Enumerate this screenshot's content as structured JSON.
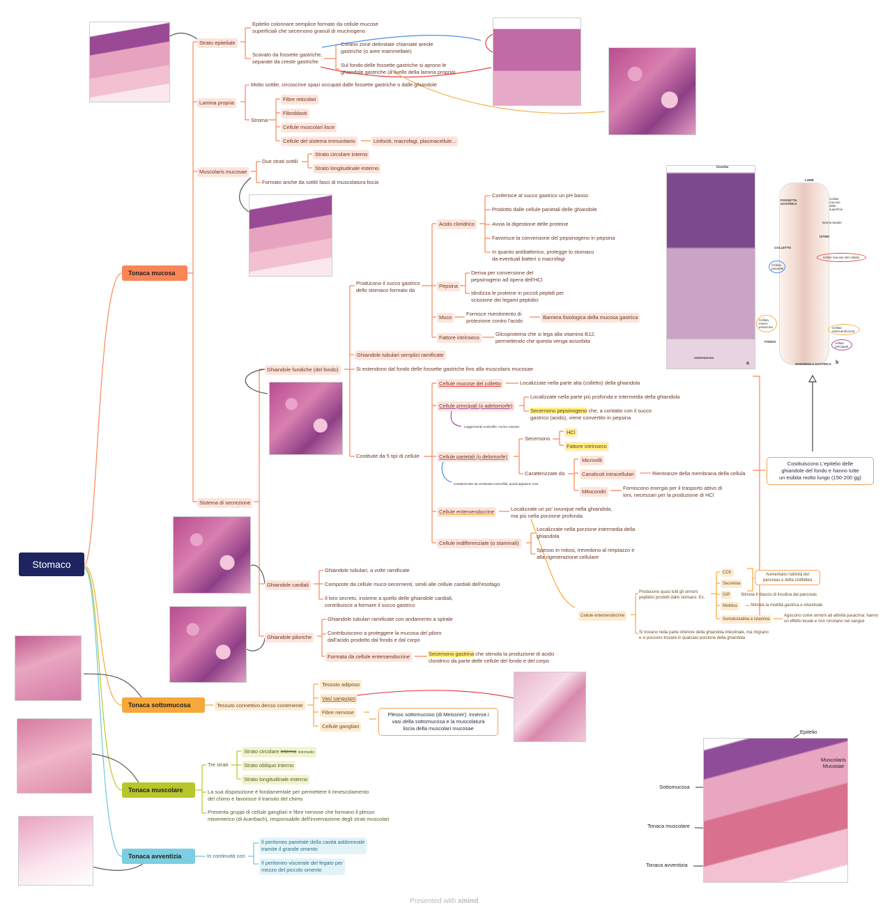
{
  "root": "Stomaco",
  "colors": {
    "mucosa": "#fa8557",
    "sottomucosa": "#f6a83a",
    "muscolare": "#b9c62a",
    "avventizia": "#6cc6dc",
    "root": "#1e2460"
  },
  "mucosa": {
    "title": "Tonaca mucosa",
    "children": [
      "Strato epiteliale",
      "Lamina propria",
      "Muscolaris mucosae",
      "Sistema di secrezione"
    ],
    "epiteliale": [
      "Epitelio colonnare semplice formato da cellule mucose",
      "superficiali che secernono granuli di mucinogeno",
      "Scavato da fossette gastriche,",
      "separate da creste gastriche",
      "Creano zone delimitate chiamate areole",
      "gastriche (o aree mammellate)",
      "Sul fondo delle fossette gastriche si aprono le",
      "ghiandole gastriche (a livello della lamina propria)"
    ],
    "lamina": [
      "Molto sottile, circoscrive spazi occupati dalle fossette gastriche o dalle ghiandole",
      "Stroma",
      "Fibre reticolari",
      "Fibroblasti",
      "Cellule muscolari lisce",
      "Cellule del sistema immunitario",
      "Linfociti, macrofagi, plasmacellule..."
    ],
    "muscolaris": [
      "Due strati sottili",
      "Strato circolare interno",
      "Strato longitudinale esterno",
      "Formato anche da sottili fasci di muscolatura liscia"
    ],
    "secrezione": [
      "Ghiandole fundiche (del fondo)",
      "Ghiandole cardiali",
      "Ghiandole piloriche"
    ],
    "fundiche": [
      "Producono il succo gastrico",
      "dello stomaco formato da",
      "Ghiandole tubulari semplici ramificate",
      "Si estendono dal fondo delle fossette gastriche fino alla muscolaris mucosae",
      "Costituite da 5 tipi di cellule"
    ],
    "succo": [
      "Acido cloridrico",
      "Pepsina",
      "Muco",
      "Fattore intrinseco"
    ],
    "acido": [
      "Conferisce al succo gastrico un pH basso",
      "Prodotto dalle cellule parietali delle ghiandole",
      "Avvia la digestione delle proteine",
      "Favorisce la conversione del pepsinogeno in pepsina",
      "In quanto antibatterico, protegge lo stomaco",
      "da eventuali batteri o macrofagi"
    ],
    "pepsina": [
      "Deriva per conversione del",
      "pepsinogeno ad opera dell'HCl",
      "Idrolizza le proteine in piccoli peptidi per",
      "scissione dei legami peptidici"
    ],
    "muco": [
      "Fornisce rivestimento di",
      "protezione contro l'acido",
      "Barriera fisiologica della mucosa gastrica"
    ],
    "fattore": [
      "Glicoproteina che si lega alla vitamina B12,",
      "permettendo che questa venga assorbita"
    ],
    "cellule": [
      "Cellule mucose del colletto",
      "Cellule principali (o adelomorfe)",
      "Cellule parietali (o delomorfe)",
      "Cellule enteroendocrine",
      "Cellule indifferenziate (o staminali)"
    ],
    "colletto": [
      "Localizzate nella parte alta (colletto) della ghiandola"
    ],
    "principali": [
      "Localizzate nella parte più profonda e intermedia della ghiandola",
      "Secernono pepsinogeno",
      "che, a contatto con il succo",
      "gastrico (acido), viene convertito in pepsina",
      "Leggermente eosinofile, nucleo rotondo"
    ],
    "parietali": [
      "Secernono",
      "HCl",
      "Fattore intrinseco",
      "Caratterizzate da",
      "Microvilli",
      "Canalicoli intracellulari",
      "Rientranze della membrana della cellula",
      "Mitocondri",
      "Forniscono energia per il trasporto attivo di",
      "ioni, necessari per la produzione di HCl",
      "Caratterizzate da un'elevata eosinofilia, quindi appaiono rosa"
    ],
    "entero": [
      "Localizzate un po' ovunque nella ghiandola,",
      "ma più nella porzione profonda"
    ],
    "indiff": [
      "Localizzate nella porzione intermedia della",
      "ghiandola",
      "Spesso in mitosi, Irevedono al rimpiazzo e",
      "alla rigenerazione cellulare"
    ],
    "summary_box": [
      "Costituiscono L'epitelio delle",
      "ghiandole del fondo e hanno tutte",
      "un esibita molto lungo (150-200 gg)"
    ],
    "entero_map": {
      "title": "Cellule enteroendocrine",
      "producono": [
        "Producono quasi tutti gli ormoni",
        "peptidici prodotti dallo stomaco. Ex."
      ],
      "hormones": [
        "CCK",
        "Secretina",
        "GIP",
        "Motilina",
        "Somatostatina e istamina"
      ],
      "box": [
        "Aumentano l'attività del",
        "pancreas e della cistifellea"
      ],
      "gip": "Stimola il rilascio di insulina dal pancreas",
      "motilina": "Stimola la motilità gastrica e intestinale",
      "soma": [
        "Agiscono come ormoni ad attività paracrina: hanno",
        "un effetto locale e non circolano nel sangue"
      ],
      "trovano": [
        "Si trovano nella parte inferiore della ghiandola intestinale, ma migrano",
        "e si possono trovare in qualsiasi porzione della ghiandola"
      ]
    },
    "cardiali": [
      "Ghiandole tubulari, a volte ramificate",
      "Composte da cellule muco-secernenti, simili alle cellule cardiali dell'esofago",
      "Il loro secreto, insieme a quello delle ghiandole cardiali,",
      "contribuisce a formare il succo gastrico"
    ],
    "piloriche": [
      "Ghiandole tubulari ramificate con andamento a spirale",
      "Contribuiscono a proteggere la mucosa del piloro",
      "dall'acido prodotto dal fondo e dal corpo",
      "Formata da cellule enteroendocrine",
      "Secernono gastrina",
      "che stimola la produzione di acido",
      "cloridrico da parte delle cellule del fondo e del corpo"
    ]
  },
  "sottomucosa": {
    "title": "Tonaca sottomucosa",
    "tessuto": "Tessuto connettivo denso contenente",
    "items": [
      "Tessuto adiposo",
      "Vasi sanguigni",
      "Fibre nervose",
      "Cellule gangliari"
    ],
    "box": [
      "Plesso sottomucoso (di Meissner): innerva i",
      "vasi della sottomucosa e la muscolatura",
      "liscia della muscolari mucosae"
    ]
  },
  "muscolare": {
    "title": "Tonaca muscolare",
    "tre": "Tre strati",
    "strati": [
      "Strato circolare ",
      "interno",
      "intermedio",
      "Strato obliquo interno",
      "Strato longitudinale esterno"
    ],
    "texts": [
      "La sua disposizione è fondamentale per permettere il rimescolamento",
      "del chimo e favorisce il transito del chimo",
      "Presenta gruppi di cellule gangliari e fibre nervose che formano il plesso",
      "mioenterico (di Auerbach), responsabile dell'innervazione degli strati muscolari"
    ]
  },
  "avventizia": {
    "title": "Tonaca avventizia",
    "continuita": "In continuità con",
    "items": [
      "Il peritoneo parietale della cavità addominale",
      "tramite il grande omento",
      "Il peritoneo viscerale del fegato per",
      "mezzo del piccolo omento"
    ]
  },
  "diagram_a": [
    "fossetta",
    "sottomucosa",
    "a"
  ],
  "diagram_b": [
    "LUME",
    "FOSSETTA GASTRICA",
    "Cellule mucose della superficie",
    "lamina basale",
    "ISTMO",
    "COLLETTO",
    "cellule mucose del colletto",
    "Cellula parietale",
    "Cellula entero endocrina",
    "FONDO",
    "Cellula enteroendocrina",
    "cellula principale",
    "GHIANDOLA GASTRICA",
    "b"
  ],
  "wall_labels": [
    "Epitelio",
    "Muscolaris",
    "Mucosae",
    "Sottomucosa",
    "Tonaca muscolare",
    "Tonaca avventizia"
  ],
  "footer": {
    "text": "Presented with ",
    "brand": "xmind"
  }
}
